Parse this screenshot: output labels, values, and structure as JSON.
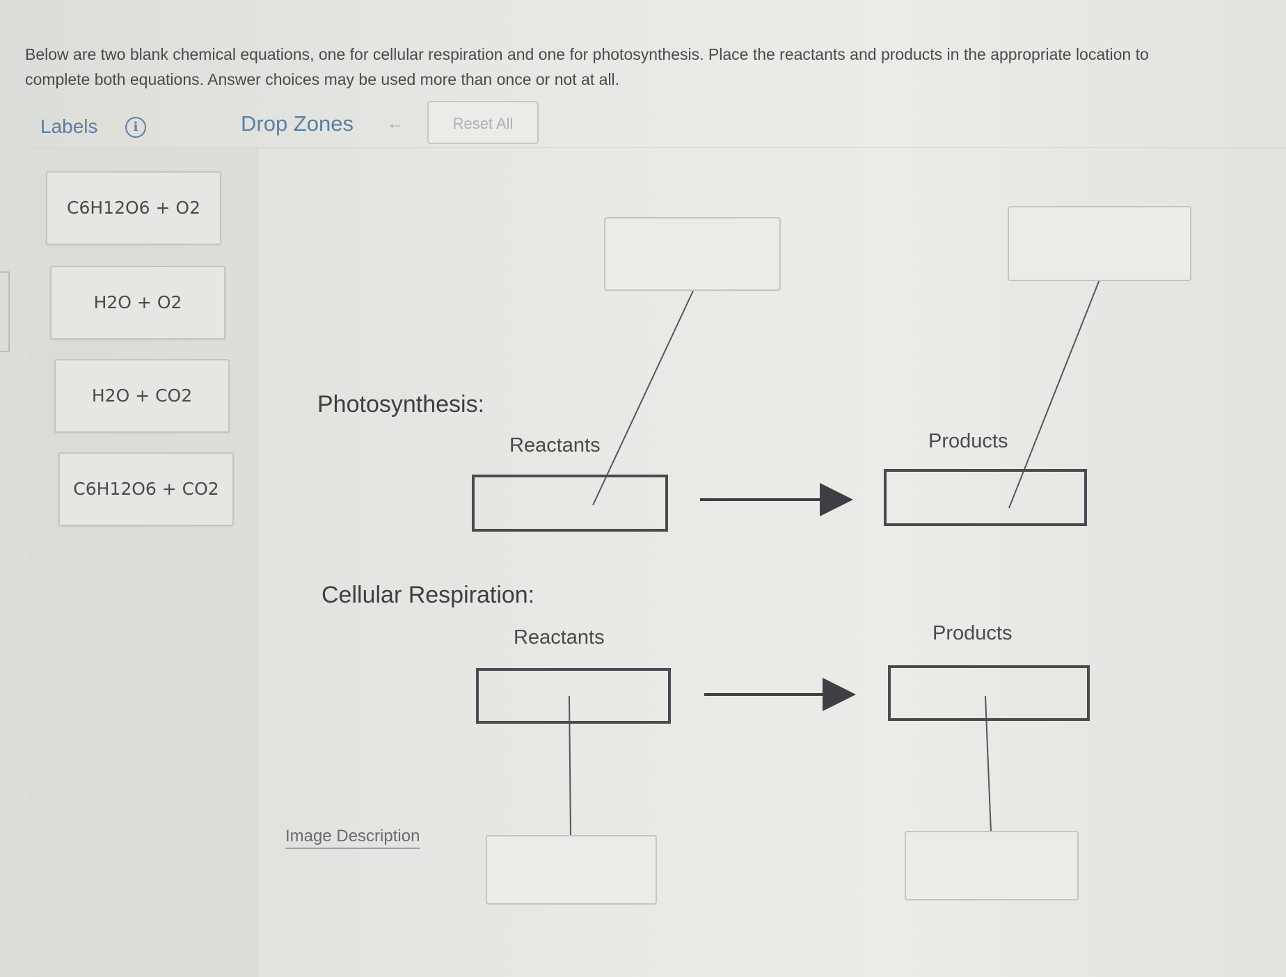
{
  "instructions": "Below are two blank chemical equations, one for cellular respiration and one for photosynthesis. Place the reactants and products in the appropriate location to complete both equations. Answer choices may be used more than once or not at all.",
  "labels_panel": {
    "title": "Labels",
    "info_icon": "info-icon",
    "chips": [
      "C6H12O6 + O2",
      "H2O + O2",
      "H2O + CO2",
      "C6H12O6 + CO2"
    ]
  },
  "drop_zones": {
    "title": "Drop Zones",
    "back_icon": "arrow-left-icon",
    "reset_label": "Reset All"
  },
  "photosynthesis": {
    "heading": "Photosynthesis:",
    "reactants_label": "Reactants",
    "products_label": "Products"
  },
  "cellular_respiration": {
    "heading": "Cellular Respiration:",
    "reactants_label": "Reactants",
    "products_label": "Products"
  },
  "image_description_link": "Image Description",
  "colors": {
    "accent": "#5a7fa2",
    "box_border": "#4a4a52"
  }
}
